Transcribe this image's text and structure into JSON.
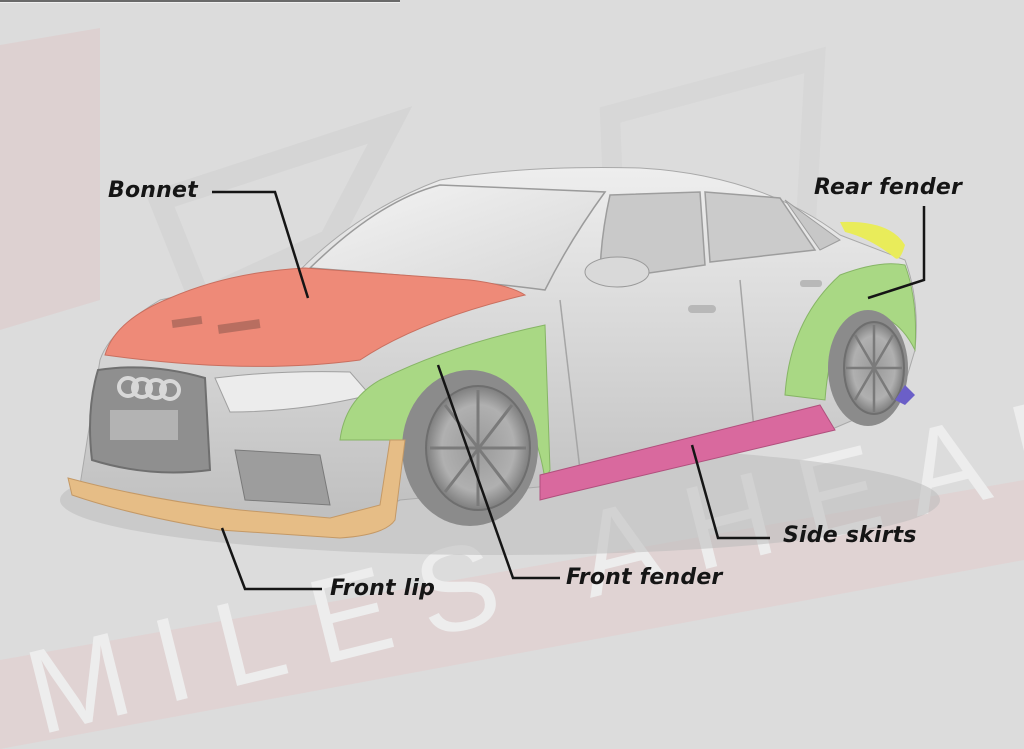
{
  "diagram": {
    "subject": "Widebody sedan body kit (Audi RS3-style) exploded parts callout",
    "watermark": "MILES AHEAD",
    "parts": [
      {
        "id": "bonnet",
        "label": "Bonnet",
        "color": "#ee8a78"
      },
      {
        "id": "rear-fender",
        "label": "Rear fender",
        "color": "#a9d884"
      },
      {
        "id": "side-skirts",
        "label": "Side skirts",
        "color": "#d9699e"
      },
      {
        "id": "front-fender",
        "label": "Front fender",
        "color": "#a9d884"
      },
      {
        "id": "front-lip",
        "label": "Front lip",
        "color": "#e6bd86"
      }
    ],
    "accents": {
      "rear_spoiler": "#e9ec5a",
      "rear_diffuser": "#6b5fc8",
      "body": "#d2d2d2",
      "background": "#dcdcdc",
      "callout_line": "#151515"
    }
  }
}
